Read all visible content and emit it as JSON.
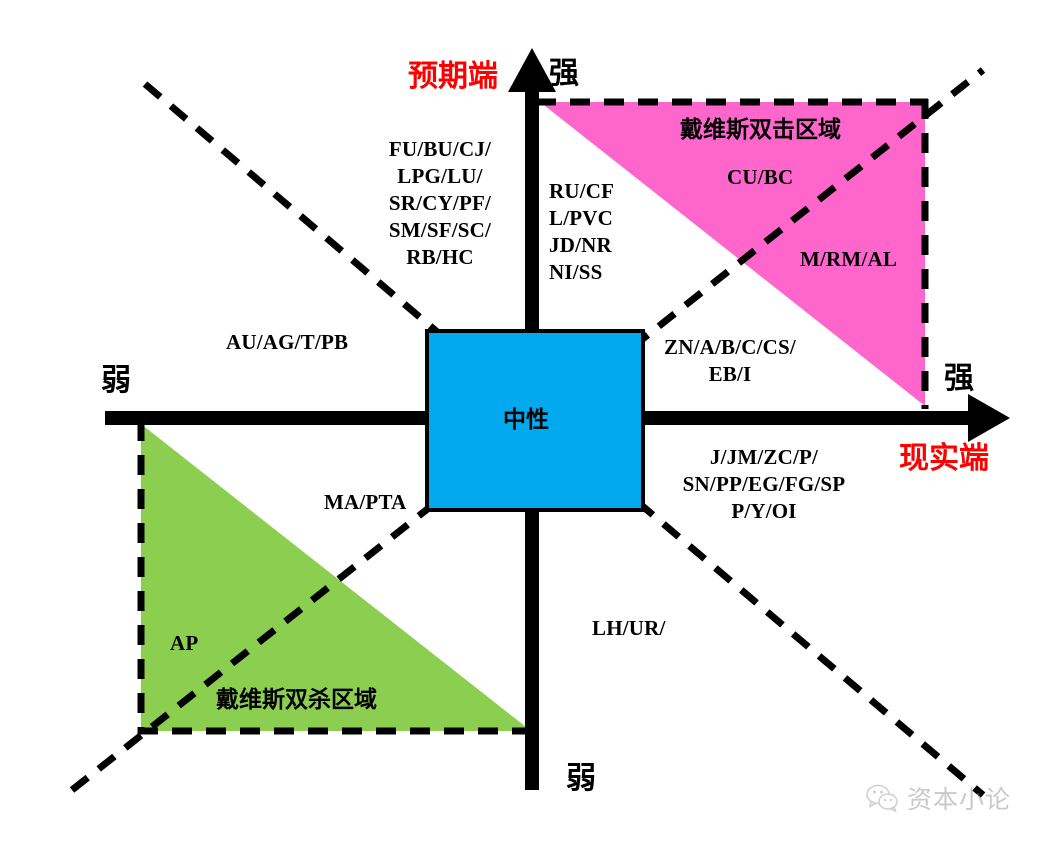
{
  "diagram": {
    "title_semantic": "expectation-vs-reality-commodity-quadrant",
    "axes": {
      "vertical_name": "预期端",
      "vertical_name_color": "#ff0000",
      "vertical_top_label": "强",
      "vertical_bottom_label": "弱",
      "horizontal_name": "现实端",
      "horizontal_name_color": "#ff0000",
      "horizontal_right_label": "强",
      "horizontal_left_label": "弱"
    },
    "center_box": {
      "label": "中性",
      "fill": "#02a9ee",
      "stroke": "#000000"
    },
    "regions": [
      {
        "id": "double-click",
        "title": "戴维斯双击区域",
        "fill": "#ff66cc",
        "tickers": [
          "CU/BC",
          "M/RM/AL"
        ]
      },
      {
        "id": "double-kill",
        "title": "戴维斯双杀区域",
        "fill": "#8cce4f",
        "tickers": [
          "AP"
        ]
      }
    ],
    "ticker_groups": [
      {
        "id": "upper-left-outer",
        "lines": [
          "FU/BU/CJ/",
          "LPG/LU/",
          "SR/CY/PF/",
          "SM/SF/SC/",
          "RB/HC"
        ]
      },
      {
        "id": "upper-center",
        "lines": [
          "RU/CF",
          "L/PVC",
          "JD/NR",
          "NI/SS"
        ]
      },
      {
        "id": "left-mid",
        "lines": [
          "AU/AG/T/PB"
        ]
      },
      {
        "id": "pink-upper",
        "lines": [
          "CU/BC"
        ]
      },
      {
        "id": "pink-lower",
        "lines": [
          "M/RM/AL"
        ]
      },
      {
        "id": "right-mid",
        "lines": [
          "ZN/A/B/C/CS/",
          "EB/I"
        ]
      },
      {
        "id": "right-lower",
        "lines": [
          "J/JM/ZC/P/",
          "SN/PP/EG/FG/SP",
          "P/Y/OI"
        ]
      },
      {
        "id": "left-lower-mid",
        "lines": [
          "MA/PTA"
        ]
      },
      {
        "id": "green-inner",
        "lines": [
          "AP"
        ]
      },
      {
        "id": "bottom-center",
        "lines": [
          "LH/UR/"
        ]
      }
    ]
  },
  "watermark": {
    "icon": "wechat-icon",
    "text": "资本小论"
  }
}
